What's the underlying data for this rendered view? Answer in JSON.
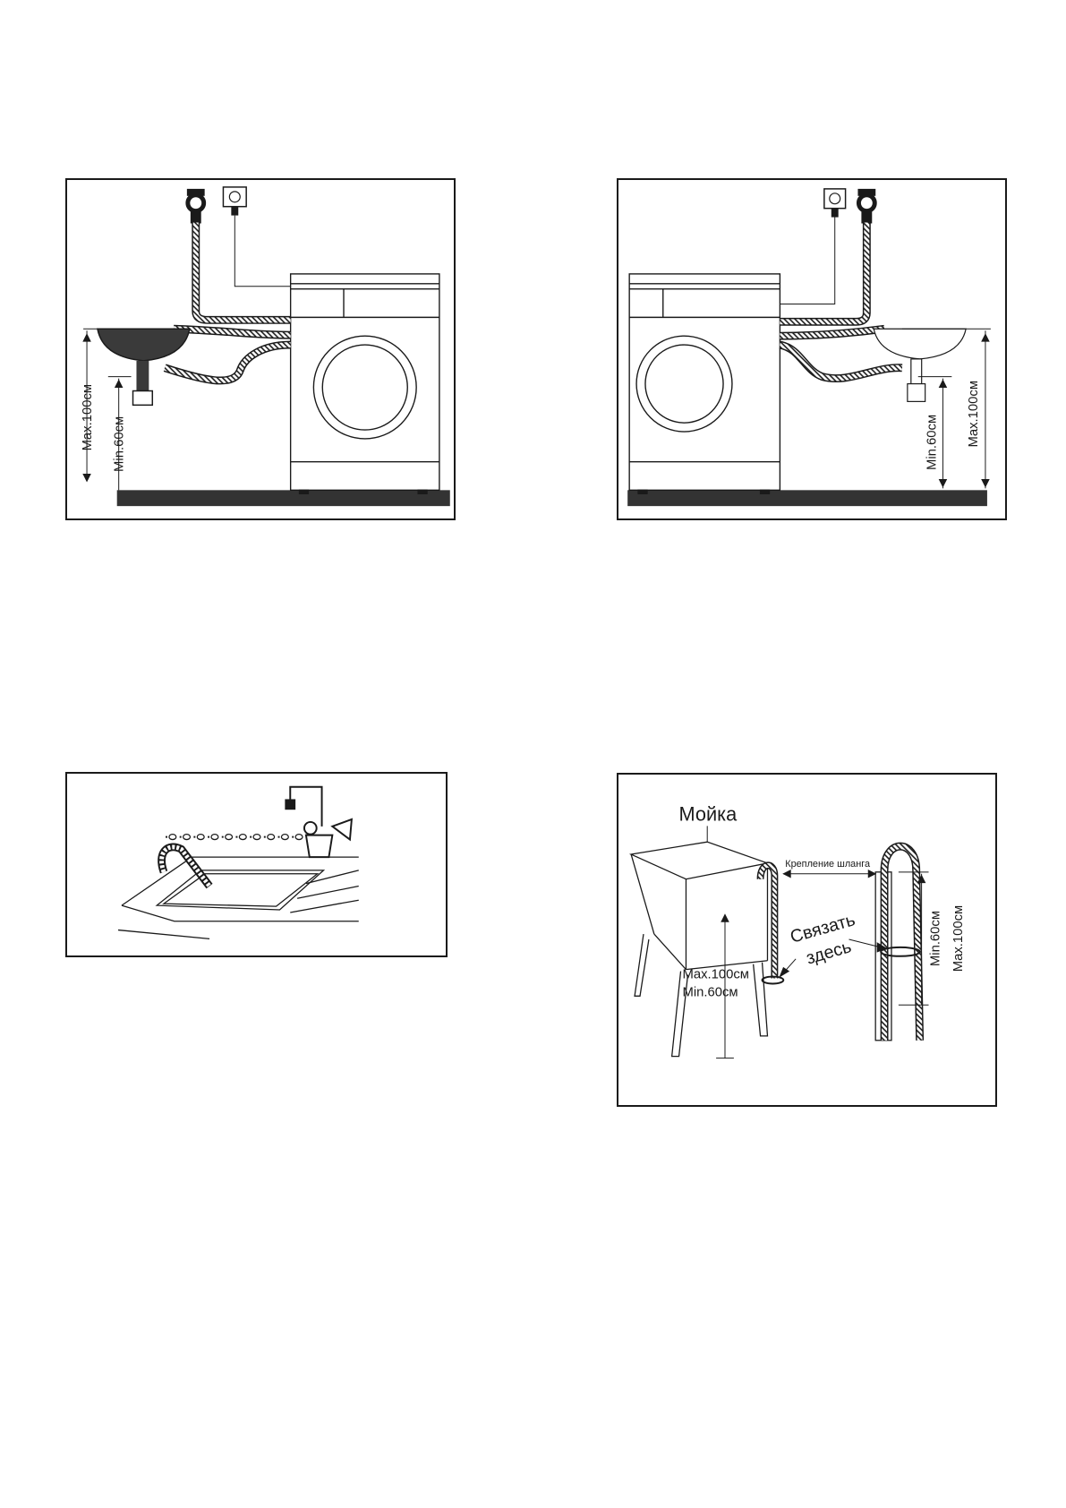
{
  "figure1": {
    "max_label": "Max.100см",
    "min_label": "Min.60см"
  },
  "figure2": {
    "max_label": "Max.100см",
    "min_label": "Min.60см"
  },
  "figure4": {
    "sink_label": "Мойка",
    "hose_mount_label": "Крепление шланга",
    "tie_label_line1": "Связать",
    "tie_label_line2": "здесь",
    "max_label": "Max.100см",
    "min_label": "Min.60см",
    "pipe_min_label": "Min.60см",
    "pipe_max_label": "Max.100см"
  },
  "colors": {
    "ink": "#1a1a1a",
    "floor": "#333333",
    "sink_dark": "#3a3a3a"
  },
  "icons": [
    "water-tap-icon",
    "power-socket-icon",
    "drain-hose-icon"
  ]
}
